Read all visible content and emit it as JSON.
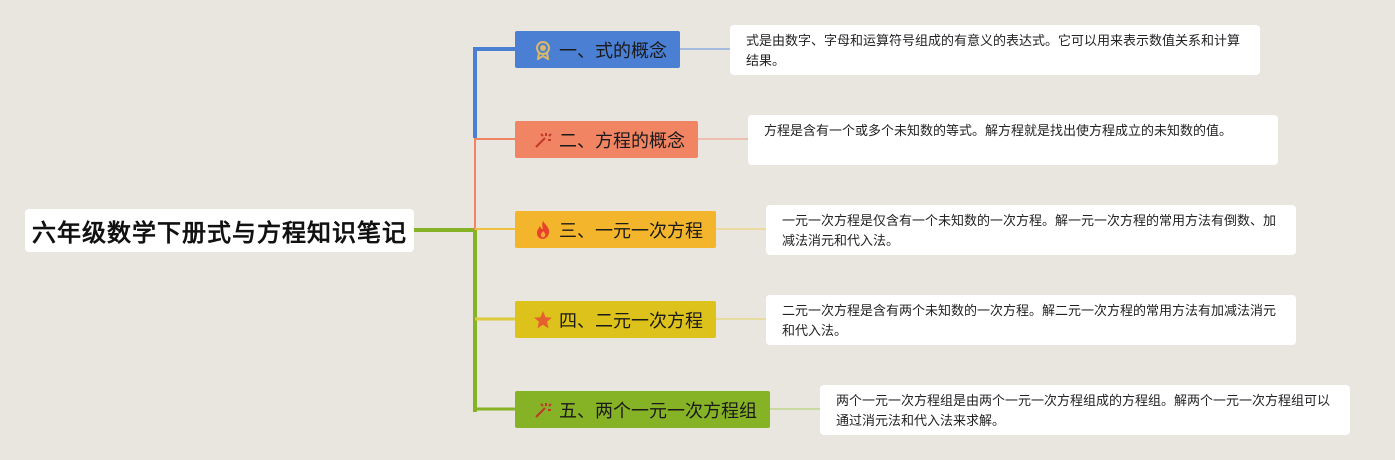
{
  "root": {
    "title": "六年级数学下册式与方程知识笔记"
  },
  "branches": [
    {
      "label": "一、式的概念",
      "icon": "medal-icon",
      "color": "#4a7fd4",
      "line_color": "#4a7fd4",
      "note": "式是由数字、字母和运算符号组成的有意义的表达式。它可以用来表示数值关系和计算结果。"
    },
    {
      "label": "二、方程的概念",
      "icon": "fireworks-icon",
      "color": "#f18463",
      "line_color": "#e8806a",
      "note": "方程是含有一个或多个未知数的等式。解方程就是找出使方程成立的未知数的值。"
    },
    {
      "label": "三、一元一次方程",
      "icon": "fire-icon",
      "color": "#f3b52b",
      "line_color": "#f0c040",
      "note": "一元一次方程是仅含有一个未知数的一次方程。解一元一次方程的常用方法有倒数、加减法消元和代入法。"
    },
    {
      "label": "四、二元一次方程",
      "icon": "star-icon",
      "color": "#ddc21c",
      "line_color": "#dccb3a",
      "note": "二元一次方程是含有两个未知数的一次方程。解二元一次方程的常用方法有加减法消元和代入法。"
    },
    {
      "label": "五、两个一元一次方程组",
      "icon": "fireworks-icon",
      "color": "#86b226",
      "line_color": "#8cba3a",
      "note": "两个一元一次方程组是由两个一元一次方程组成的方程组。解两个一元一次方程组可以通过消元法和代入法来求解。"
    }
  ]
}
